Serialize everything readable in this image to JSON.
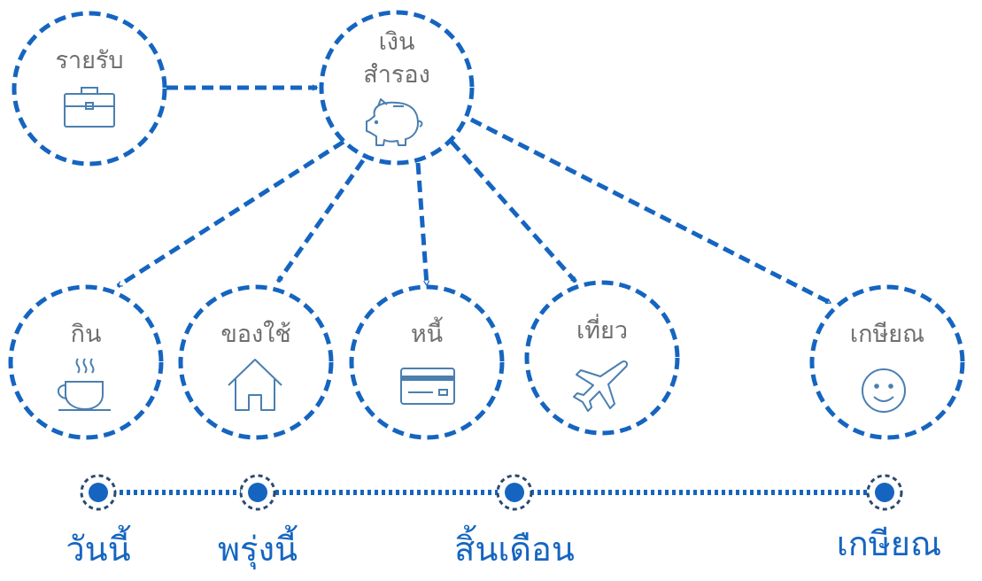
{
  "nodes": {
    "income": {
      "label": "รายรับ",
      "icon": "briefcase-icon"
    },
    "savings": {
      "label_line1": "เงิน",
      "label_line2": "สำรอง",
      "icon": "piggy-bank-icon"
    },
    "eat": {
      "label": "กิน",
      "icon": "coffee-cup-icon"
    },
    "supplies": {
      "label": "ของใช้",
      "icon": "house-icon"
    },
    "debt": {
      "label": "หนี้",
      "icon": "credit-card-icon"
    },
    "travel": {
      "label": "เที่ยว",
      "icon": "airplane-icon"
    },
    "retire": {
      "label": "เกษียณ",
      "icon": "smiley-icon"
    }
  },
  "timeline": {
    "points": [
      {
        "label": "วันนี้"
      },
      {
        "label": "พรุ่งนี้"
      },
      {
        "label": "สิ้นเดือน"
      },
      {
        "label": "เกษียณ"
      }
    ]
  },
  "colors": {
    "accent": "#1565c0",
    "timeline_ring": "#2b4a6f",
    "icon": "#4a7fb0",
    "label": "#6f6f6f"
  }
}
